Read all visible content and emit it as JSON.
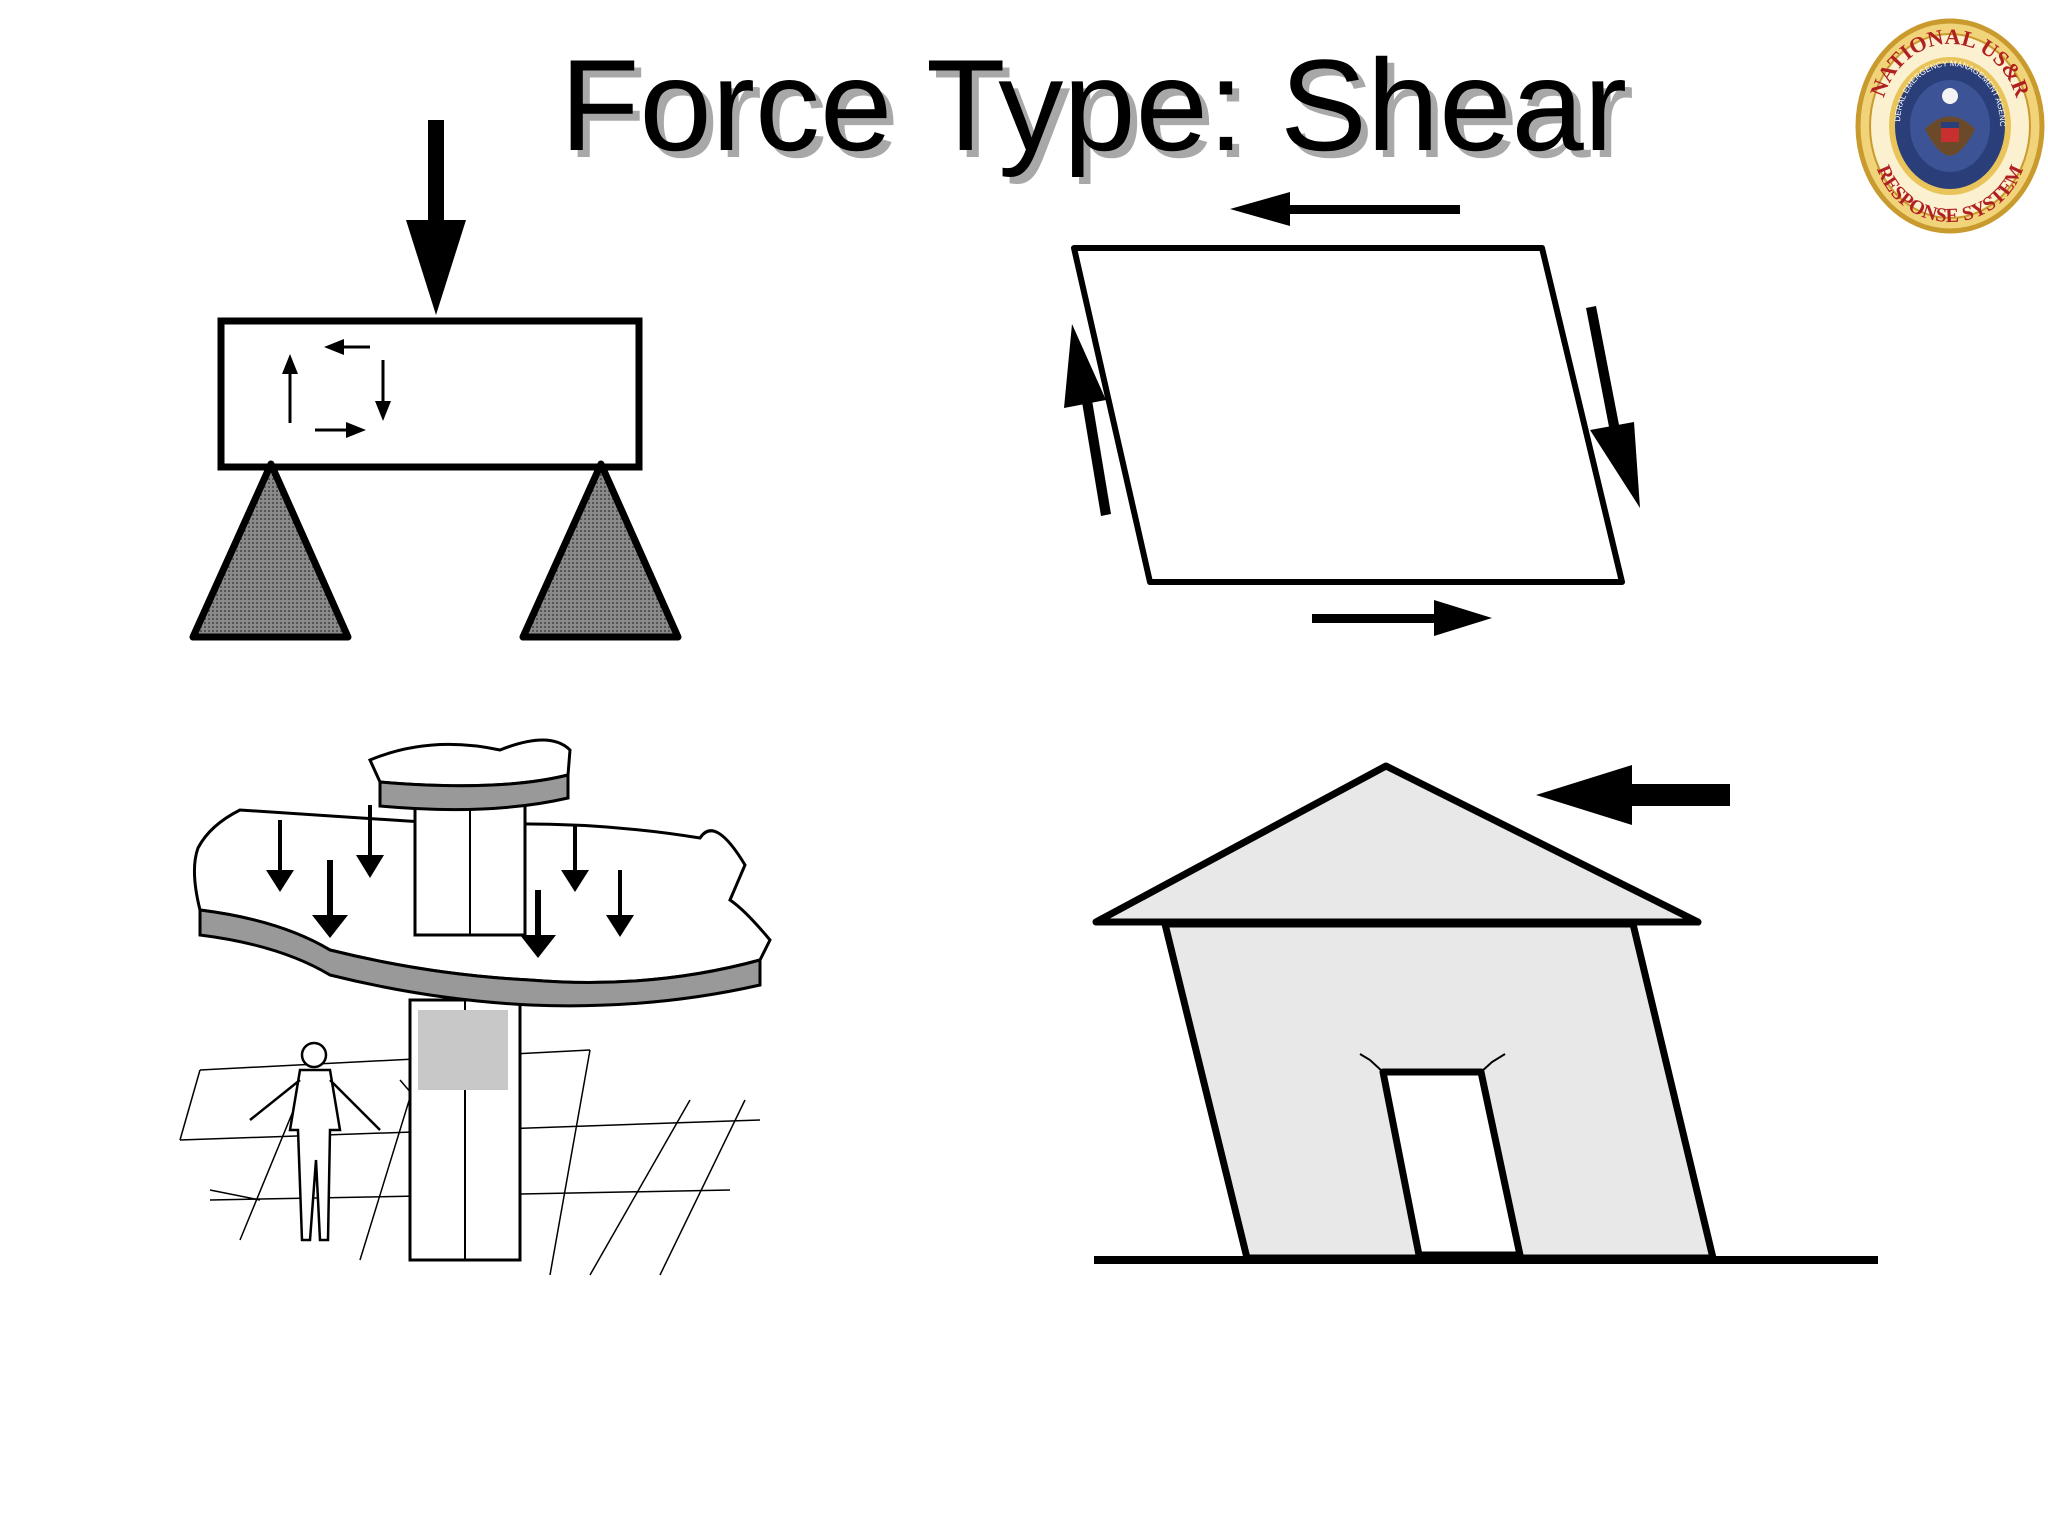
{
  "slide": {
    "title": "Force Type: Shear"
  },
  "logo": {
    "top_text": "NATIONAL US&R",
    "bottom_text": "RESPONSE SYSTEM",
    "inner_text": "FEDERAL EMERGENCY MANAGEMENT AGENCY",
    "colors": {
      "ring": "#e8c45a",
      "text": "#b02020",
      "center": "#2a3f7a"
    }
  },
  "colors": {
    "ink": "#000000",
    "support_fill": "#6e6e6e",
    "house_fill": "#e8e8e8",
    "title_shadow": "#a8a8a8"
  }
}
